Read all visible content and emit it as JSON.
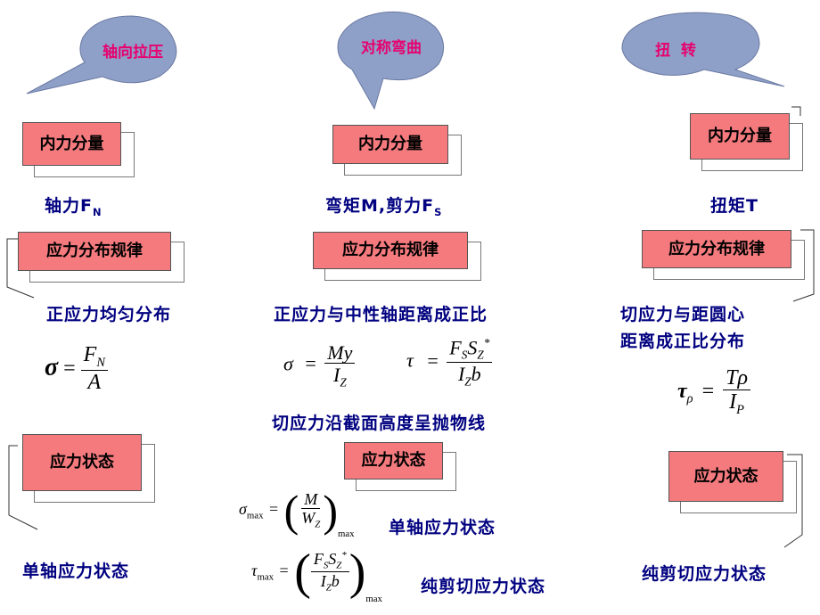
{
  "bubbles": [
    {
      "label": "轴向拉压"
    },
    {
      "label": "对称弯曲"
    },
    {
      "label": "扭  转"
    }
  ],
  "columns": {
    "axial": {
      "internal_force_box": "内力分量",
      "internal_force": "轴力",
      "internal_force_symbol": "F",
      "internal_force_sub": "N",
      "stress_dist_box": "应力分布规律",
      "stress_dist": "正应力均匀分布",
      "formula": {
        "lhs": "σ",
        "eq": "=",
        "num": "F",
        "num_sub": "N",
        "den": "A"
      },
      "stress_state_box": "应力状态",
      "stress_state": "单轴应力状态"
    },
    "bending": {
      "internal_force_box": "内力分量",
      "internal_force": "弯矩M,剪力F",
      "internal_force_sub": "S",
      "stress_dist_box": "应力分布规律",
      "stress_dist": "正应力与中性轴距离成正比",
      "formula_sigma": {
        "lhs": "σ",
        "eq": "=",
        "num": "My",
        "den": "I",
        "den_sub": "Z"
      },
      "formula_tau": {
        "lhs": "τ",
        "eq": "=",
        "num_a": "F",
        "num_a_sub": "S",
        "num_b": "S",
        "num_b_sub": "Z",
        "num_b_sup": "*",
        "den": "I",
        "den_sub": "Z",
        "den_tail": "b"
      },
      "shear_dist": "切应力沿截面高度呈抛物线",
      "stress_state_box": "应力状态",
      "sigma_max": {
        "lhs": "σ",
        "lhs_sub": "max",
        "eq": "=",
        "num": "M",
        "den": "W",
        "den_sub": "Z",
        "tail_sub": "max"
      },
      "sigma_max_state": "单轴应力状态",
      "tau_max": {
        "lhs": "τ",
        "lhs_sub": "max",
        "eq": "=",
        "num_a": "F",
        "num_a_sub": "S",
        "num_b": "S",
        "num_b_sub": "Z",
        "num_b_sup": "*",
        "den": "I",
        "den_sub": "Z",
        "den_tail": "b",
        "tail_sub": "max"
      },
      "tau_max_state": "纯剪切应力状态"
    },
    "torsion": {
      "internal_force_box": "内力分量",
      "internal_force": "扭矩T",
      "stress_dist_box": "应力分布规律",
      "stress_dist_line1": "切应力与距圆心",
      "stress_dist_line2": "距离成正比分布",
      "formula": {
        "lhs": "τ",
        "lhs_sub": "ρ",
        "eq": "=",
        "num": "Tρ",
        "den": "I",
        "den_sub": "P"
      },
      "stress_state_box": "应力状态",
      "stress_state": "纯剪切应力状态"
    }
  },
  "colors": {
    "bubble": "#8e9fc8",
    "box": "#f47a7e",
    "navy": "#000080",
    "bubble_text": "#e8006e"
  }
}
